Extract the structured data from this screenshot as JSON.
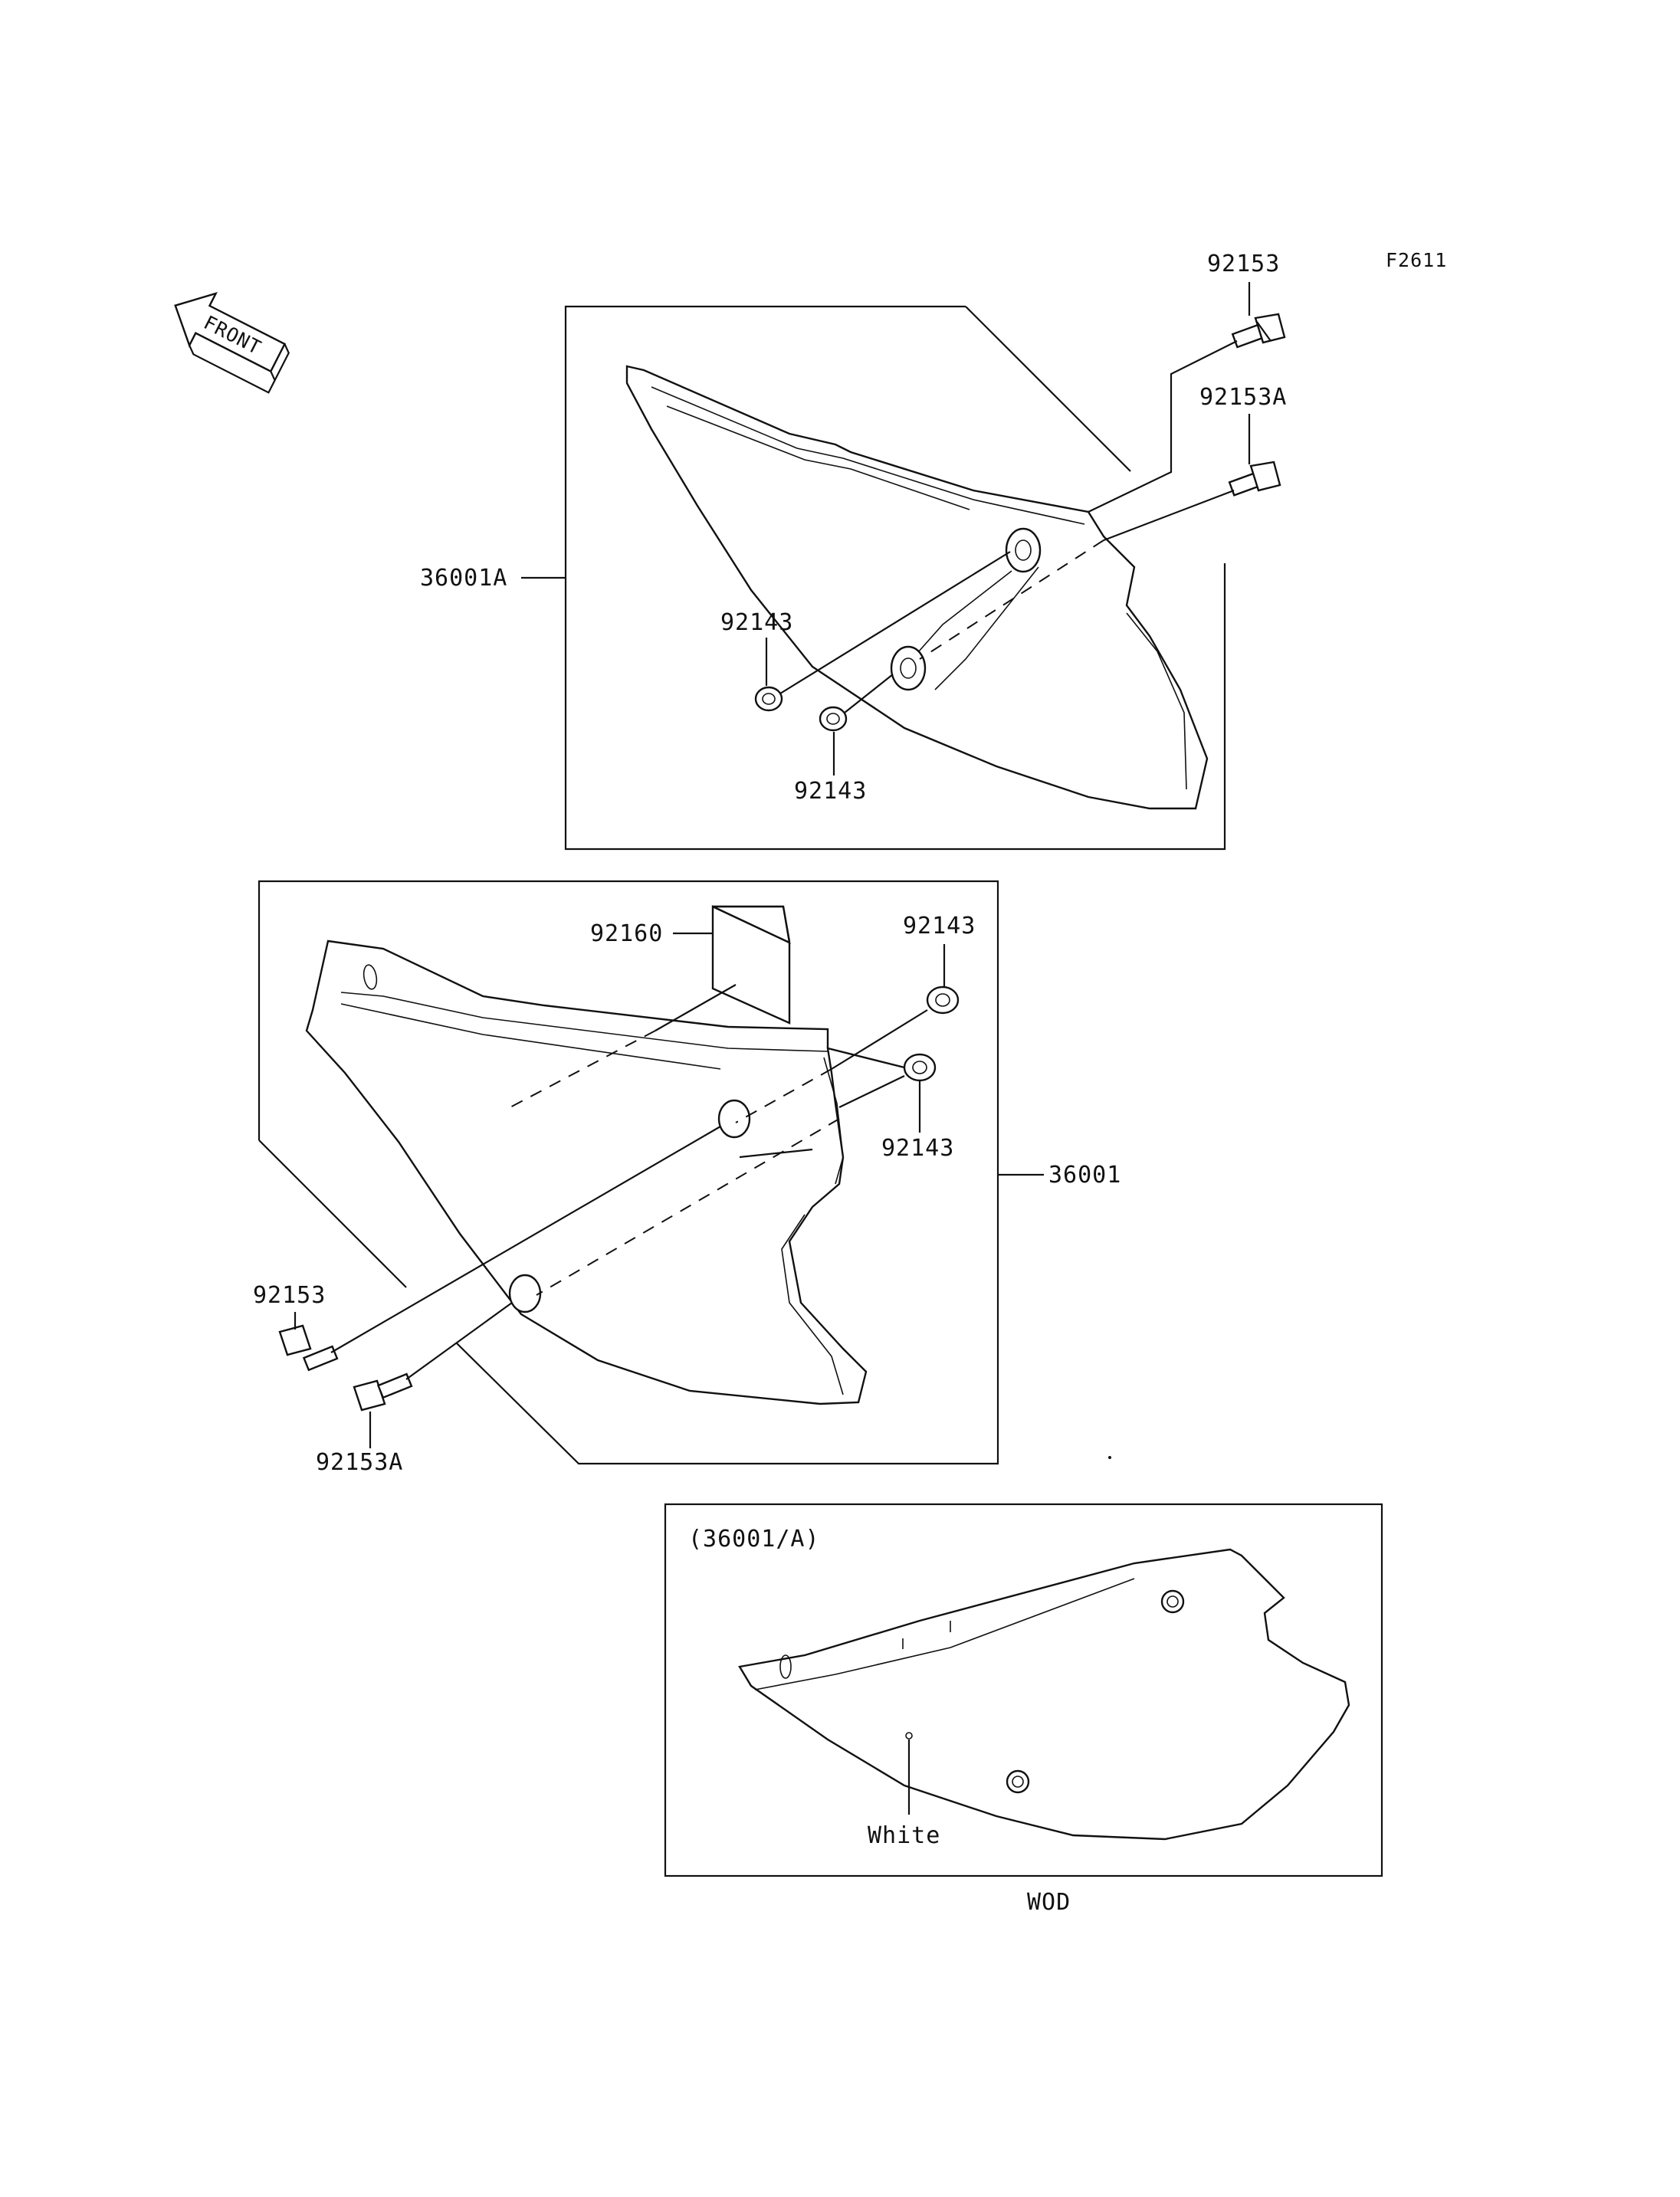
{
  "figure_code": "F2611",
  "front_label": "FRONT",
  "callouts": {
    "bolt_top": "92153",
    "bolt_top_a": "92153A",
    "cover_upper": "36001A",
    "washer_upper_1": "92143",
    "washer_upper_2": "92143",
    "pad": "92160",
    "washer_lower_1": "92143",
    "washer_lower_2": "92143",
    "cover_lower": "36001",
    "bolt_lower": "92153",
    "bolt_lower_a": "92153A"
  },
  "variant_box": {
    "title": "(36001/A)",
    "color_label": "White",
    "caption": "WOD"
  }
}
